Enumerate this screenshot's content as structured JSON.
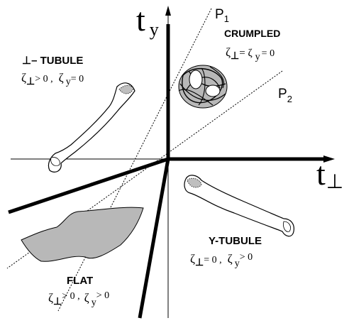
{
  "axes": {
    "x": {
      "main": "t",
      "sub": "⊥"
    },
    "y": {
      "main": "t",
      "sub": "y"
    }
  },
  "lines": [
    {
      "main": "P",
      "sub": "1"
    },
    {
      "main": "P",
      "sub": "2"
    }
  ],
  "phases": {
    "crumpled": {
      "title": "CRUMPLED",
      "cond": [
        {
          "sym": "ζ",
          "sub": "⊥",
          "rest": "= ζ"
        },
        {
          "sym": "",
          "sub": "y",
          "rest": "= 0"
        }
      ]
    },
    "perp_tubule": {
      "title": "⊥– TUBULE",
      "cond": [
        {
          "sym": "ζ",
          "sub": "⊥",
          "rest": "> 0 ,"
        },
        {
          "sym": "ζ",
          "sub": "y",
          "rest": "= 0"
        }
      ]
    },
    "y_tubule": {
      "title": "Y-TUBULE",
      "cond": [
        {
          "sym": "ζ",
          "sub": "⊥",
          "rest": "= 0 ,"
        },
        {
          "sym": "ζ",
          "sub": "y",
          "rest": "> 0"
        }
      ]
    },
    "flat": {
      "title": "FLAT",
      "cond": [
        {
          "sym": "ζ",
          "sub": "⊥",
          "rest": "> 0 ,"
        },
        {
          "sym": "ζ",
          "sub": "y",
          "rest": "> 0"
        }
      ]
    }
  }
}
